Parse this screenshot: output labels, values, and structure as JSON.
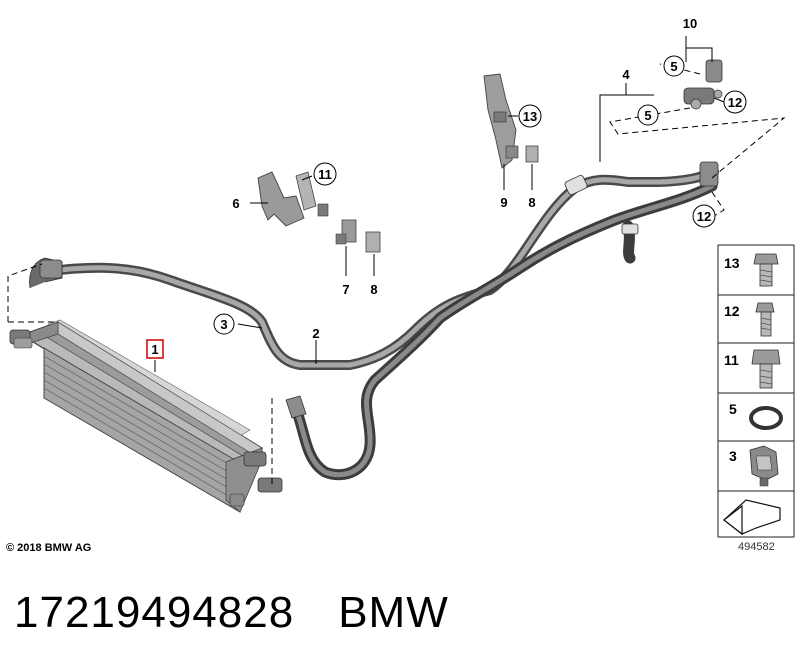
{
  "callouts": {
    "c1": "1",
    "c2": "2",
    "c3": "3",
    "c4": "4",
    "c5a": "5",
    "c5b": "5",
    "c6": "6",
    "c7": "7",
    "c8a": "8",
    "c8b": "8",
    "c9": "9",
    "c10": "10",
    "c11": "11",
    "c12a": "12",
    "c12b": "12",
    "c13": "13"
  },
  "legend": {
    "items": [
      {
        "number": "13",
        "part": "bolt"
      },
      {
        "number": "12",
        "part": "bolt"
      },
      {
        "number": "11",
        "part": "bolt"
      },
      {
        "number": "5",
        "part": "o-ring"
      },
      {
        "number": "3",
        "part": "clamp"
      }
    ]
  },
  "copyright": "© 2018 BMW AG",
  "drawing_number": "494582",
  "footer": {
    "part_number": "17219494828",
    "brand": "BMW"
  },
  "colors": {
    "highlight": "#d01010",
    "hose": "#555555",
    "hose_light": "#9a9a9a"
  }
}
